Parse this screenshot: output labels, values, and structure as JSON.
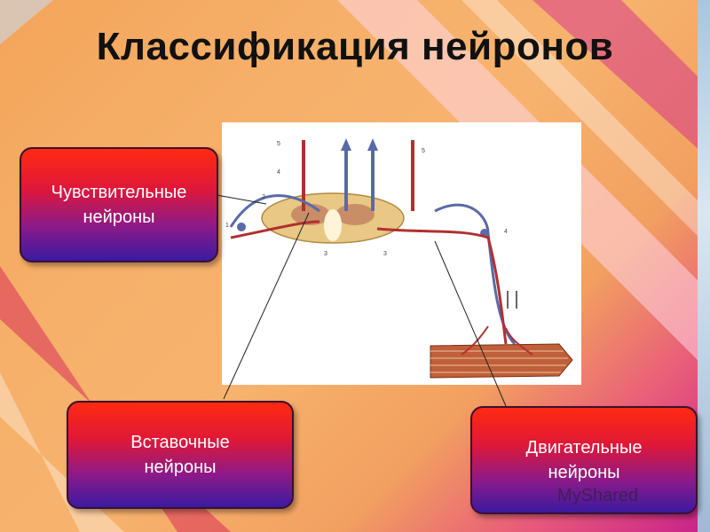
{
  "slide": {
    "title": "Классификация нейронов",
    "labels": {
      "sensory": [
        "Чувствительные",
        "нейроны"
      ],
      "interneurons": [
        "Вставочные",
        "нейроны"
      ],
      "motor": [
        "Двигательные",
        "нейроны"
      ]
    },
    "watermark": "MyShared"
  },
  "diagram": {
    "figure_labels": [
      "5",
      "4",
      "2",
      "1",
      "3",
      "3",
      "5",
      "4"
    ]
  },
  "colors": {
    "box_top": "#ff2a10",
    "box_bottom": "#3a1aa0",
    "nerve_blue": "#5a6aa8",
    "nerve_red": "#b03030",
    "spinal_cord": "#e8c884"
  }
}
